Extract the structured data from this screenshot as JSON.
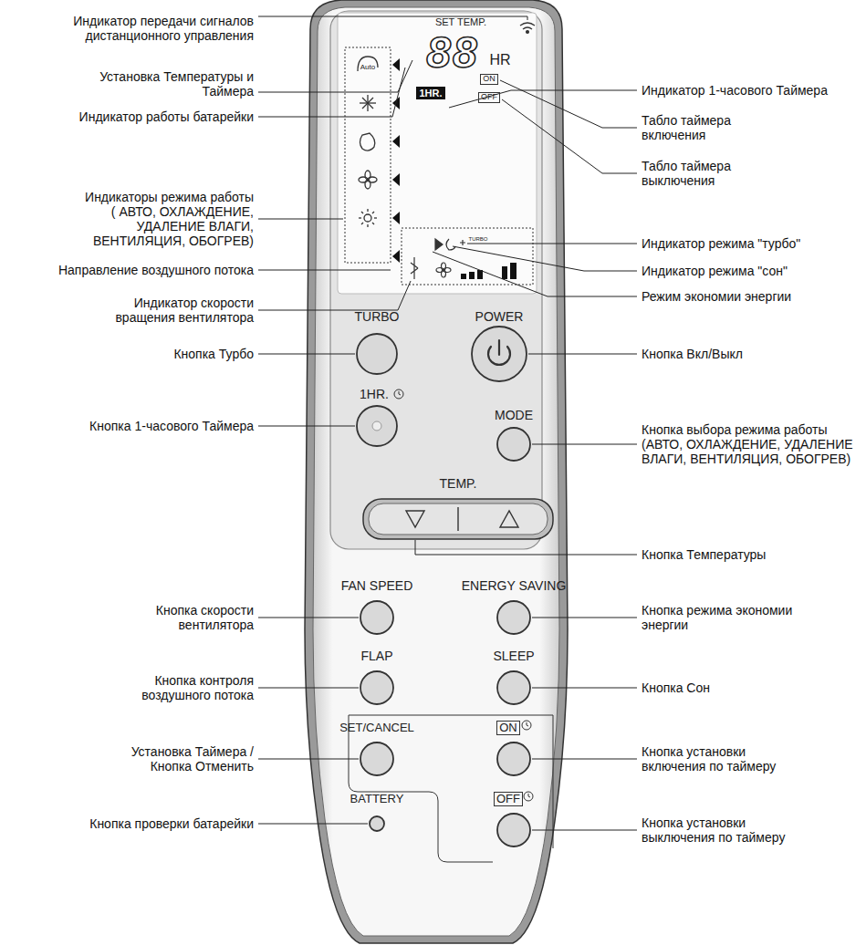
{
  "diagram": {
    "labels": [
      "Индикатор передачи сигналов дистанционного управления",
      "Установка Температуры и Таймера",
      "Индикатор работы батарейки",
      "Индикаторы режима работы ( АВТО, ОХЛАЖДЕНИЕ, УДАЛЕНИЕ ВЛАГИ, ВЕНТИЛЯЦИЯ, ОБОГРЕВ)",
      "Направление воздушного потока",
      "Индикатор скорости вращения вентилятора",
      "Кнопка Турбо",
      "Кнопка 1-часового Таймера",
      "Кнопка скорости вентилятора",
      "Кнопка контроля воздушного потока",
      "Установка Таймера /Кнопка Отменить",
      "Кнопка проверки батарейки",
      "Индикатор 1-часового Таймера",
      "Табло таймера включения",
      "Табло таймера выключения",
      "Индикатор режима \"турбо\"",
      "Индикатор режима \"сон\"",
      "Режим экономии энергии",
      "Кнопка Вкл/Выкл",
      "Кнопка выбора режима работы (АВТО, ОХЛАЖДЕНИЕ, УДАЛЕНИЕ ВЛАГИ, ВЕНТИЛЯЦИЯ, ОБОГРЕВ)",
      "Кнопка Температуры",
      "Кнопка режима экономии энергии",
      "Кнопка Сон",
      "Кнопка установки включения по таймеру",
      "Кнопка установки выключения по таймеру",
      "SET TEMP.",
      "88",
      "HR",
      "ON",
      "OFF",
      "1HR.",
      "Auto",
      "TURBO",
      "TURBO",
      "POWER",
      "1HR.",
      "MODE",
      "TEMP.",
      "FAN SPEED",
      "ENERGY SAVING",
      "FLAP",
      "SLEEP",
      "SET/CANCEL",
      "ON",
      "OFF",
      "BATTERY"
    ]
  }
}
